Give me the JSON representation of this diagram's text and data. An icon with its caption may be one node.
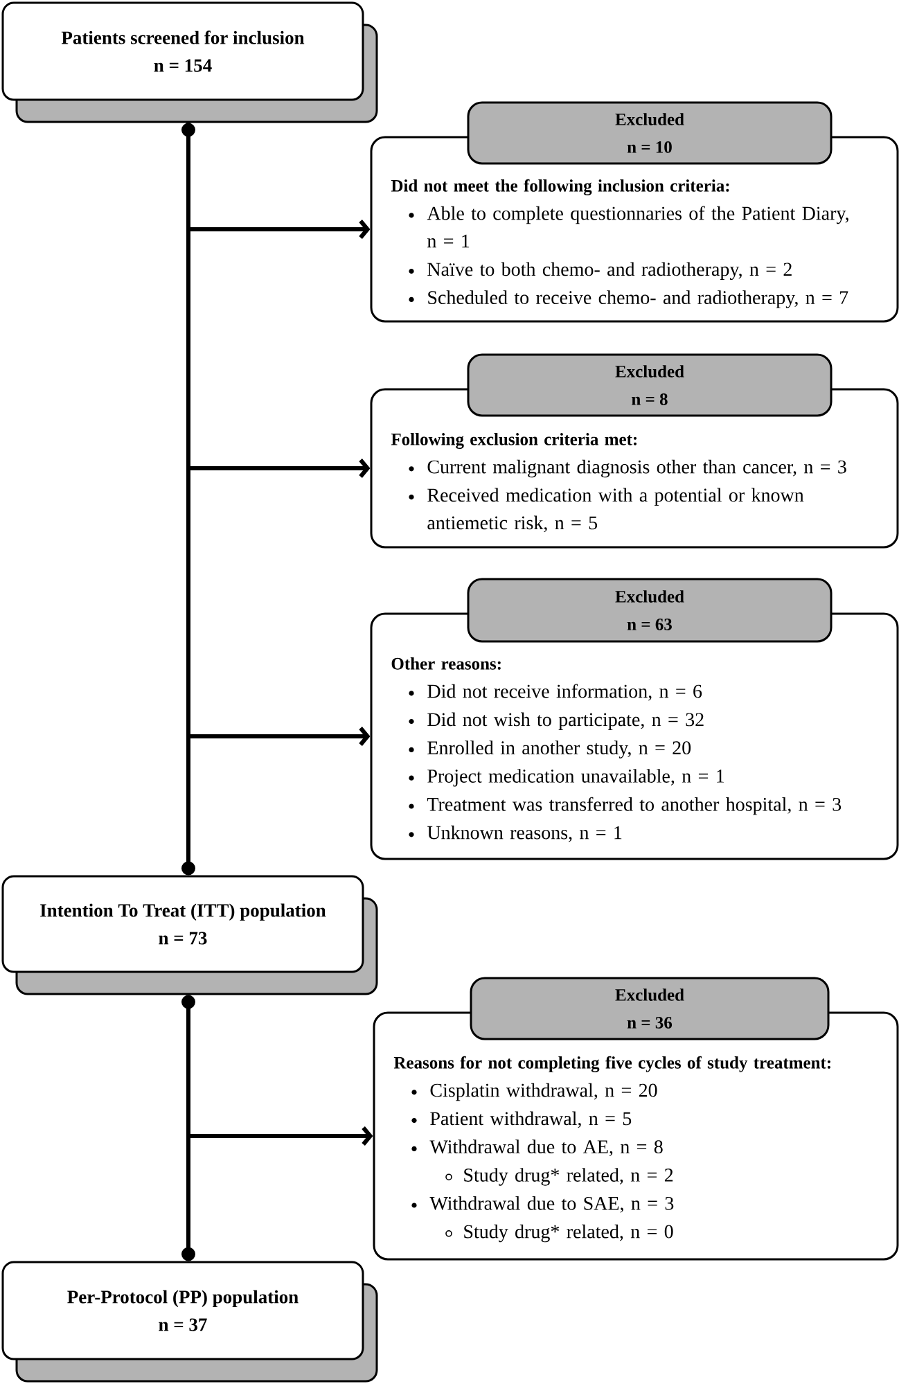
{
  "diagram": {
    "nodes": [
      {
        "text": [
          "Patients screened for inclusion",
          "n = 154"
        ]
      },
      {
        "text": [
          "Excluded",
          "n = 10"
        ]
      },
      {
        "text": [
          "Did not meet the following inclusion criteria:",
          "Able to complete questionnaries of the Patient Diary, n = 1",
          "Naïve to both chemo- and radiotherapy, n = 2",
          "Scheduled to receive chemo- and radiotherapy, n = 7"
        ]
      },
      {
        "text": [
          "Excluded",
          "n = 8"
        ]
      },
      {
        "text": [
          "Following exclusion criteria met:",
          "Current malignant diagnosis other than cancer, n = 3",
          "Received medication with a potential or known antiemetic risk, n = 5"
        ]
      },
      {
        "text": [
          "Excluded",
          "n = 63"
        ]
      },
      {
        "text": [
          "Other reasons:",
          "Did not receive information, n = 6",
          "Did not wish to participate, n = 32",
          "Enrolled in another study, n = 20",
          "Project medication unavailable, n = 1",
          "Treatment was transferred to another hospital, n = 3",
          "Unknown reasons, n = 1"
        ]
      },
      {
        "text": [
          "Intention To Treat (ITT) population",
          "n = 73"
        ]
      },
      {
        "text": [
          "Excluded",
          "n = 36"
        ]
      },
      {
        "text": [
          "Reasons for not completing five cycles of study treatment:",
          "Cisplatin withdrawal, n = 20",
          "Patient withdrawal, n = 5",
          "Withdrawal due to AE, n = 8",
          "Study drug* related, n = 2",
          "Withdrawal due to SAE, n = 3",
          "Study drug* related, n = 0"
        ]
      },
      {
        "text": [
          "Per-Protocol (PP) population",
          "n = 37"
        ]
      }
    ],
    "edges": [
      {
        "from": 0,
        "to": 7,
        "arrow": "other"
      },
      {
        "from": 0,
        "to": 2,
        "arrow": "to"
      },
      {
        "from": 0,
        "to": 4,
        "arrow": "to"
      },
      {
        "from": 0,
        "to": 6,
        "arrow": "to"
      },
      {
        "from": 7,
        "to": 10,
        "arrow": "other"
      },
      {
        "from": 7,
        "to": 9,
        "arrow": "to"
      }
    ]
  }
}
